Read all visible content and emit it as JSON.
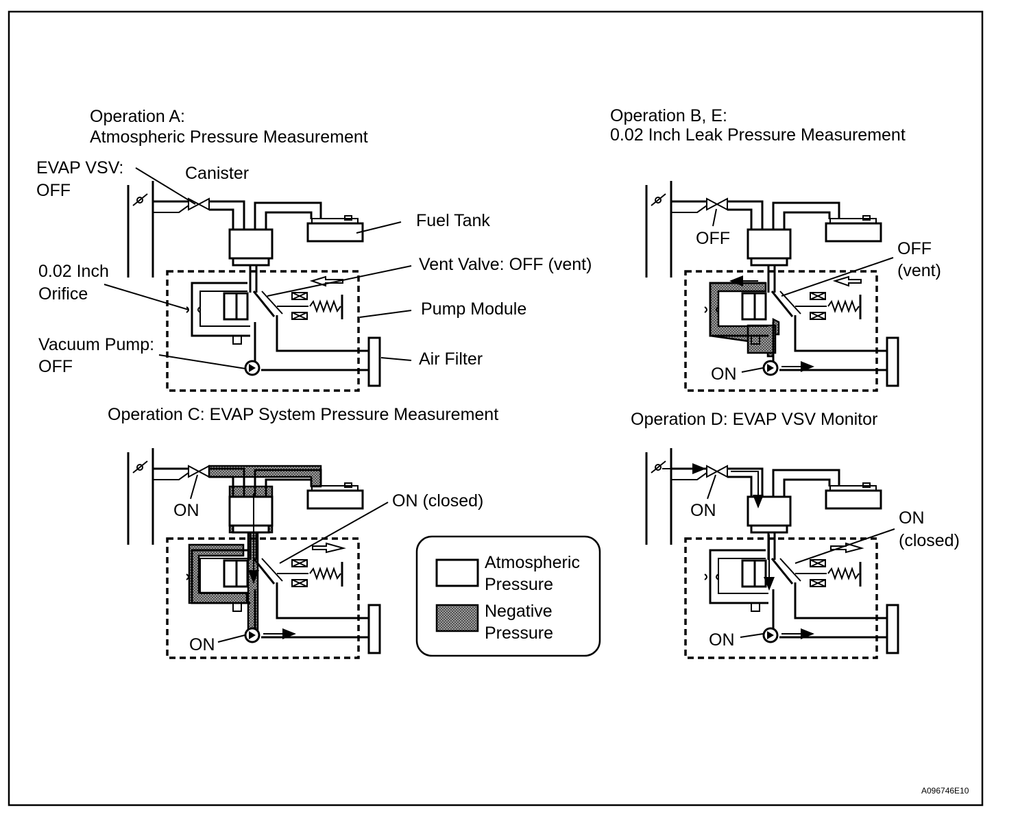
{
  "colors": {
    "line": "#000000",
    "background": "#ffffff",
    "negative_fill": "#8a8a8a"
  },
  "diagram_code": "A096746E10",
  "panels": {
    "a": {
      "title_line1": "Operation A:",
      "title_line2": "Atmospheric Pressure Measurement",
      "evap_vsv_line1": "EVAP VSV:",
      "evap_vsv_line2": "OFF",
      "canister": "Canister",
      "fuel_tank": "Fuel Tank",
      "orifice_line1": "0.02 Inch",
      "orifice_line2": "Orifice",
      "vent_valve": "Vent Valve: OFF (vent)",
      "pump_module": "Pump Module",
      "vacuum_pump_line1": "Vacuum Pump:",
      "vacuum_pump_line2": "OFF",
      "air_filter": "Air Filter"
    },
    "b": {
      "title_line1": "Operation B, E:",
      "title_line2": "0.02 Inch Leak Pressure Measurement",
      "vsv_state": "OFF",
      "vent_line1": "OFF",
      "vent_line2": "(vent)",
      "pump_state": "ON"
    },
    "c": {
      "title": "Operation C: EVAP System Pressure Measurement",
      "vsv_state": "ON",
      "vent_state": "ON (closed)",
      "pump_state": "ON"
    },
    "d": {
      "title": "Operation D: EVAP VSV Monitor",
      "vsv_state": "ON",
      "vent_line1": "ON",
      "vent_line2": "(closed)",
      "pump_state": "ON"
    }
  },
  "legend": {
    "atmospheric_line1": "Atmospheric",
    "atmospheric_line2": "Pressure",
    "negative_line1": "Negative",
    "negative_line2": "Pressure"
  }
}
